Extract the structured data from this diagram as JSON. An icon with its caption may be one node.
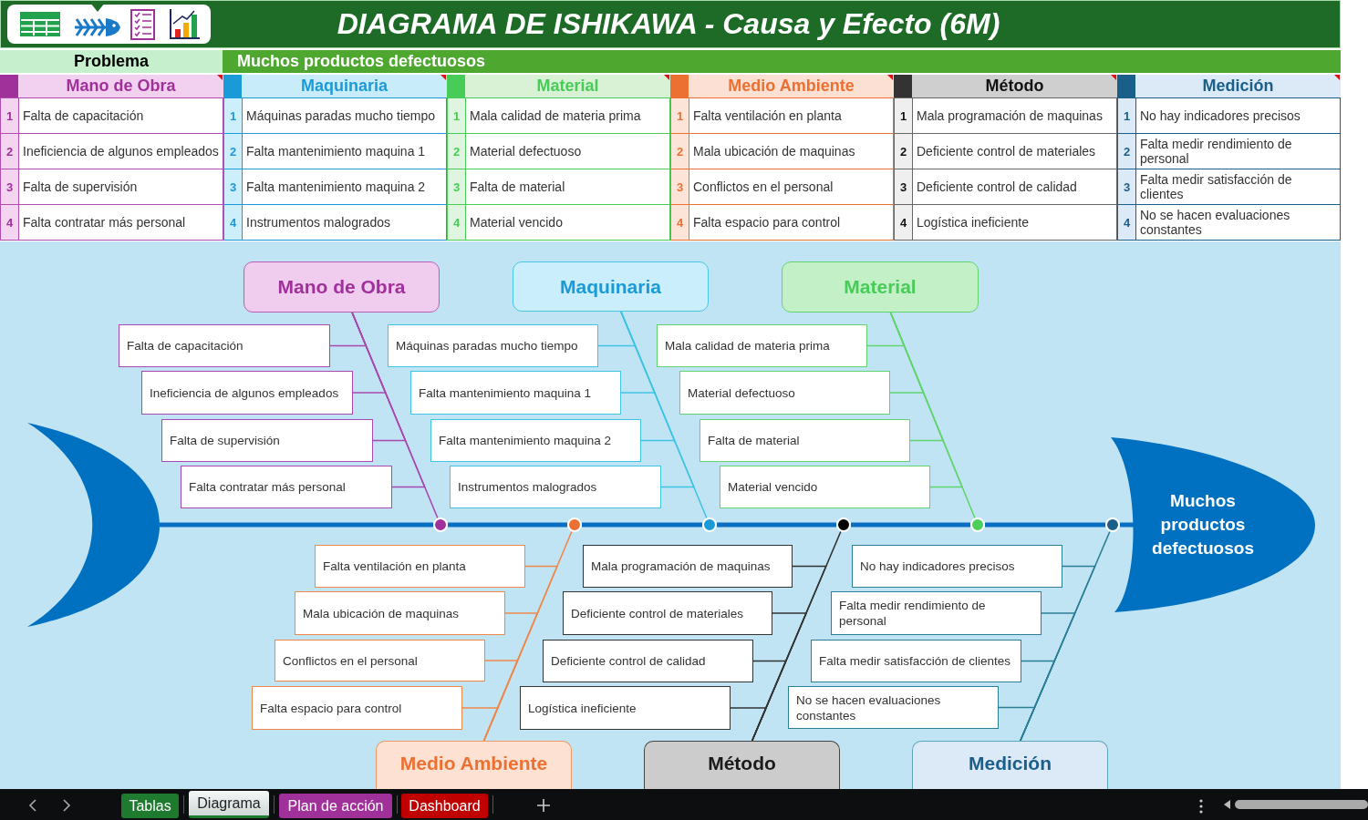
{
  "diagram": {
    "title": "DIAGRAMA DE ISHIKAWA - Causa y Efecto (6M)",
    "nodes": [
      {
        "text": [
          "Mano de Obra"
        ]
      },
      {
        "text": [
          "Falta de capacitación"
        ]
      },
      {
        "text": [
          "Ineficiencia de algunos empleados"
        ]
      },
      {
        "text": [
          "Falta de supervisión"
        ]
      },
      {
        "text": [
          "Falta contratar más personal"
        ]
      },
      {
        "text": [
          "Maquinaria"
        ]
      },
      {
        "text": [
          "Máquinas paradas mucho tiempo"
        ]
      },
      {
        "text": [
          "Falta mantenimiento maquina 1"
        ]
      },
      {
        "text": [
          "Falta mantenimiento maquina 2"
        ]
      },
      {
        "text": [
          "Instrumentos malogrados"
        ]
      },
      {
        "text": [
          "Material"
        ]
      },
      {
        "text": [
          "Mala calidad de materia prima"
        ]
      },
      {
        "text": [
          "Material defectuoso"
        ]
      },
      {
        "text": [
          "Falta de material"
        ]
      },
      {
        "text": [
          "Material vencido"
        ]
      },
      {
        "text": [],
        "shape": "crescent"
      },
      {
        "text": [],
        "shape": "circle"
      },
      {
        "text": [],
        "shape": "circle"
      },
      {
        "text": [],
        "shape": "circle"
      },
      {
        "text": [],
        "shape": "circle"
      },
      {
        "text": [],
        "shape": "circle"
      },
      {
        "text": [],
        "shape": "circle"
      },
      {
        "text": [
          "Muchos productos defectuosos"
        ]
      },
      {
        "text": [
          "Falta ventilación en planta"
        ]
      },
      {
        "text": [
          "Mala ubicación de maquinas"
        ]
      },
      {
        "text": [
          "Conflictos en el personal"
        ]
      },
      {
        "text": [
          "Falta espacio para control"
        ]
      },
      {
        "text": [
          "Medio Ambiente"
        ]
      },
      {
        "text": [
          "Mala programación de maquinas"
        ]
      },
      {
        "text": [
          "Deficiente control de materiales"
        ]
      },
      {
        "text": [
          "Deficiente control de calidad"
        ]
      },
      {
        "text": [
          "Logística ineficiente"
        ]
      },
      {
        "text": [
          "Método"
        ]
      },
      {
        "text": [
          "No hay indicadores precisos"
        ]
      },
      {
        "text": [
          "Falta medir rendimiento de personal"
        ]
      },
      {
        "text": [
          "Falta medir satisfacción de clientes"
        ]
      },
      {
        "text": [
          "No se hacen evaluaciones constantes"
        ]
      },
      {
        "text": [
          "Medición"
        ]
      }
    ],
    "edges": [
      {
        "from": 1,
        "to": 0,
        "arrow": "none",
        "color": "#a848b0"
      },
      {
        "from": 2,
        "to": 0,
        "arrow": "none",
        "color": "#a848b0"
      },
      {
        "from": 3,
        "to": 0,
        "arrow": "none",
        "color": "#a848b0"
      },
      {
        "from": 4,
        "to": 0,
        "arrow": "none",
        "color": "#a848b0"
      },
      {
        "from": 0,
        "to": 16,
        "arrow": "none",
        "color": "#a848b0"
      },
      {
        "from": 6,
        "to": 5,
        "arrow": "none",
        "color": "#40c4e4"
      },
      {
        "from": 7,
        "to": 5,
        "arrow": "none",
        "color": "#40c4e4"
      },
      {
        "from": 8,
        "to": 5,
        "arrow": "none",
        "color": "#40c4e4"
      },
      {
        "from": 9,
        "to": 5,
        "arrow": "none",
        "color": "#40c4e4"
      },
      {
        "from": 5,
        "to": 18,
        "arrow": "none",
        "color": "#40c4e4"
      },
      {
        "from": 11,
        "to": 10,
        "arrow": "none",
        "color": "#62d46e"
      },
      {
        "from": 12,
        "to": 10,
        "arrow": "none",
        "color": "#62d46e"
      },
      {
        "from": 13,
        "to": 10,
        "arrow": "none",
        "color": "#62d46e"
      },
      {
        "from": 14,
        "to": 10,
        "arrow": "none",
        "color": "#62d46e"
      },
      {
        "from": 10,
        "to": 20,
        "arrow": "none",
        "color": "#62d46e"
      },
      {
        "from": 15,
        "to": 16,
        "arrow": "none",
        "style": "thick"
      },
      {
        "from": 16,
        "to": 17,
        "arrow": "none",
        "style": "thick"
      },
      {
        "from": 17,
        "to": 18,
        "arrow": "none",
        "style": "thick"
      },
      {
        "from": 18,
        "to": 19,
        "arrow": "none",
        "style": "thick"
      },
      {
        "from": 19,
        "to": 20,
        "arrow": "none",
        "style": "thick"
      },
      {
        "from": 20,
        "to": 21,
        "arrow": "none",
        "style": "thick"
      },
      {
        "from": 21,
        "to": 22,
        "arrow": "none",
        "style": "thick"
      },
      {
        "from": 23,
        "to": 27,
        "arrow": "none",
        "color": "#f0884a"
      },
      {
        "from": 24,
        "to": 27,
        "arrow": "none",
        "color": "#f0884a"
      },
      {
        "from": 25,
        "to": 27,
        "arrow": "none",
        "color": "#f0884a"
      },
      {
        "from": 26,
        "to": 27,
        "arrow": "none",
        "color": "#f0884a"
      },
      {
        "from": 27,
        "to": 17,
        "arrow": "none",
        "color": "#f0884a"
      },
      {
        "from": 28,
        "to": 32,
        "arrow": "none",
        "color": "#333333"
      },
      {
        "from": 29,
        "to": 32,
        "arrow": "none",
        "color": "#333333"
      },
      {
        "from": 30,
        "to": 32,
        "arrow": "none",
        "color": "#333333"
      },
      {
        "from": 31,
        "to": 32,
        "arrow": "none",
        "color": "#333333"
      },
      {
        "from": 32,
        "to": 19,
        "arrow": "none",
        "color": "#333333"
      },
      {
        "from": 33,
        "to": 37,
        "arrow": "none",
        "color": "#2a7f96"
      },
      {
        "from": 34,
        "to": 37,
        "arrow": "none",
        "color": "#2a7f96"
      },
      {
        "from": 35,
        "to": 37,
        "arrow": "none",
        "color": "#2a7f96"
      },
      {
        "from": 36,
        "to": 37,
        "arrow": "none",
        "color": "#2a7f96"
      },
      {
        "from": 37,
        "to": 21,
        "arrow": "none",
        "color": "#2a7f96"
      }
    ],
    "labels": [
      "Problema",
      "Muchos productos defectuosos",
      "Mano de Obra",
      "Maquinaria",
      "Material",
      "Medio Ambiente",
      "Método",
      "Medición",
      "1",
      "Falta de capacitación",
      "1",
      "Máquinas paradas mucho tiempo",
      "1",
      "Mala calidad de materia prima",
      "1",
      "Falta ventilación en planta",
      "1",
      "Mala programación de maquinas",
      "1",
      "No hay indicadores precisos",
      "2",
      "Ineficiencia de algunos empleados",
      "2",
      "Falta mantenimiento maquina 1",
      "2",
      "Material defectuoso",
      "2",
      "Mala ubicación de maquinas",
      "2",
      "Deficiente control de materiales",
      "2",
      "Falta medir rendimiento de personal",
      "3",
      "Falta de supervisión",
      "3",
      "Falta mantenimiento maquina 2",
      "3",
      "Falta de material",
      "3",
      "Conflictos en el personal",
      "3",
      "Deficiente control de calidad",
      "3",
      "Falta medir satisfacción de clientes",
      "4",
      "Falta contratar más personal",
      "4",
      "Instrumentos malogrados",
      "4",
      "Material vencido",
      "4",
      "Falta espacio para control",
      "4",
      "Logística ineficiente",
      "4",
      "No se hacen evaluaciones constantes",
      "Tablas",
      "Diagrama",
      "Plan de acción",
      "Dashboard"
    ]
  }
}
